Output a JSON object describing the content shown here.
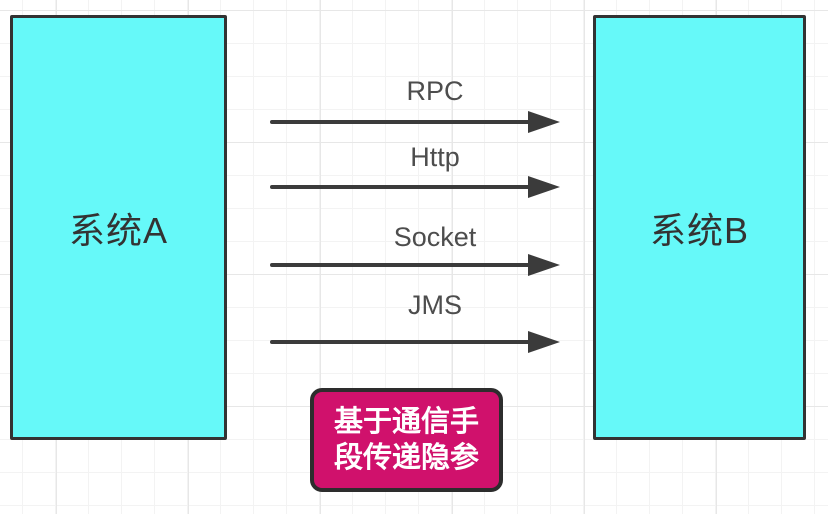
{
  "diagram": {
    "nodes": [
      {
        "id": "system-a",
        "label": "系统A"
      },
      {
        "id": "system-b",
        "label": "系统B"
      }
    ],
    "arrows": [
      {
        "label": "RPC",
        "direction": "left-to-right"
      },
      {
        "label": "Http",
        "direction": "left-to-right"
      },
      {
        "label": "Socket",
        "direction": "left-to-right"
      },
      {
        "label": "JMS",
        "direction": "left-to-right"
      }
    ],
    "badge": {
      "full_text": "基于通信手段传递隐参",
      "line1": "基于通信手",
      "line2": "段传递隐参"
    },
    "colors": {
      "background": "#ffffff",
      "grid_minor": "#f3f3f3",
      "grid_major": "#e7e7e7",
      "node_fill": "#66f9f9",
      "node_border": "#333333",
      "node_text": "#333333",
      "arrow": "#3b3b3b",
      "label_text": "#4d4d4d",
      "badge_fill": "#d0116c",
      "badge_border": "#2d2d2d",
      "badge_text": "#ffffff"
    }
  }
}
